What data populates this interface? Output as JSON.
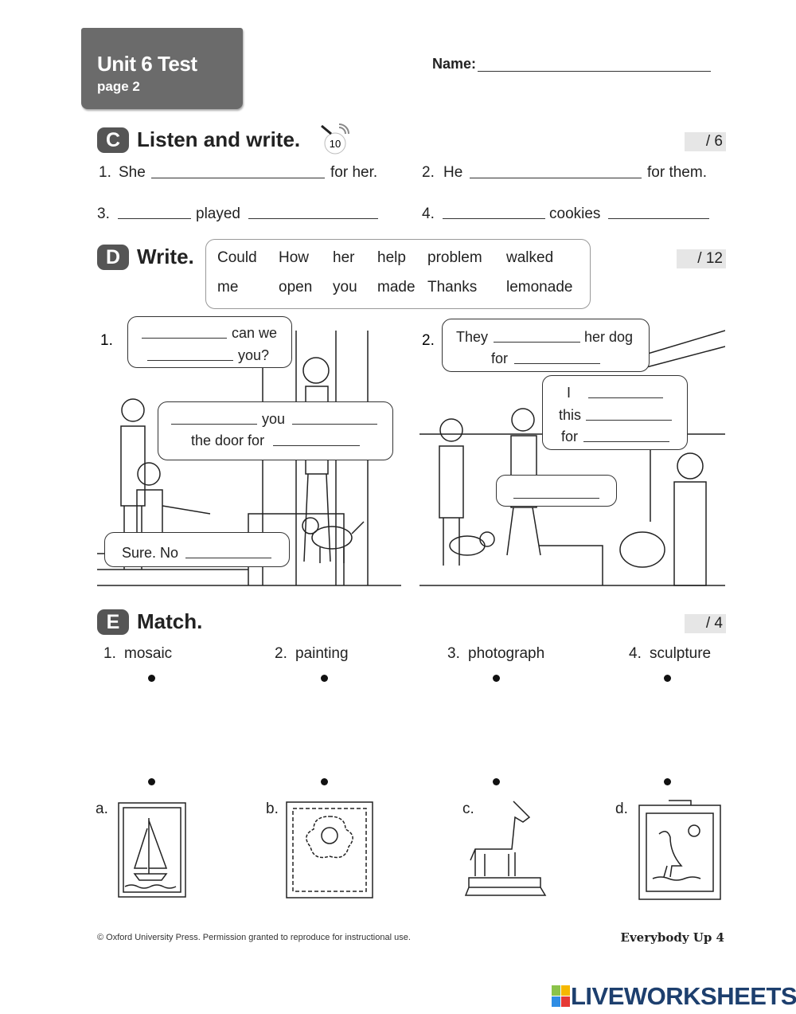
{
  "header": {
    "title": "Unit 6 Test",
    "subtitle": "page 2",
    "name_label": "Name:"
  },
  "section_c": {
    "letter": "C",
    "title": "Listen and write.",
    "track": "10",
    "score": "/ 6",
    "items": [
      {
        "num": "1.",
        "before": "She",
        "after": "for her."
      },
      {
        "num": "2.",
        "before": "He",
        "after": "for them."
      },
      {
        "num": "3.",
        "middle": "played"
      },
      {
        "num": "4.",
        "middle": "cookies"
      }
    ]
  },
  "section_d": {
    "letter": "D",
    "title": "Write.",
    "score": "/ 12",
    "word_bank": [
      [
        "Could",
        "How",
        "her",
        "help",
        "problem",
        "walked"
      ],
      [
        "me",
        "open",
        "you",
        "made",
        "Thanks",
        "lemonade"
      ]
    ],
    "picture1": {
      "num": "1.",
      "b1": [
        "can we",
        "you?"
      ],
      "b2": [
        "you",
        "the door for"
      ],
      "b3": [
        "Sure. No"
      ]
    },
    "picture2": {
      "num": "2.",
      "b1": [
        "They",
        "her dog",
        "for"
      ],
      "b2": [
        "I",
        "this",
        "for"
      ]
    }
  },
  "section_e": {
    "letter": "E",
    "title": "Match.",
    "score": "/ 4",
    "words": [
      {
        "num": "1.",
        "word": "mosaic"
      },
      {
        "num": "2.",
        "word": "painting"
      },
      {
        "num": "3.",
        "word": "photograph"
      },
      {
        "num": "4.",
        "word": "sculpture"
      }
    ],
    "pictures": [
      "a.",
      "b.",
      "c.",
      "d."
    ]
  },
  "footer": {
    "copyright": "© Oxford University Press. Permission granted to reproduce for instructional use.",
    "book": "Everybody Up  4"
  },
  "brand": {
    "name": "LIVEWORKSHEETS",
    "colors": [
      "#8bc34a",
      "#f5b800",
      "#2f8de4",
      "#e53935"
    ]
  }
}
